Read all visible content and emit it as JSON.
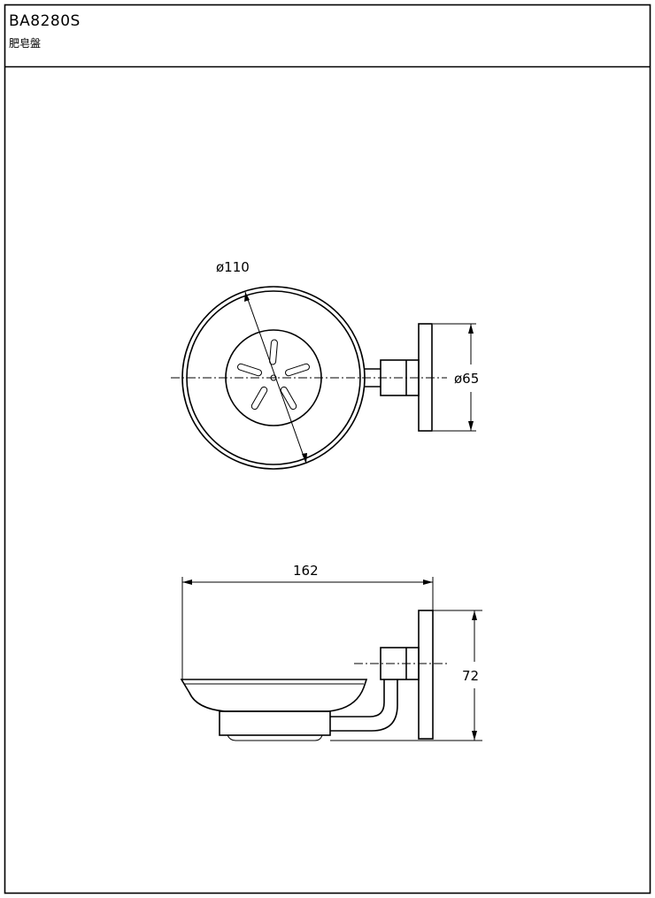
{
  "title_block": {
    "model": "BA8280S",
    "name": "肥皂盤"
  },
  "dimensions": {
    "dish_diameter": "ø110",
    "base_diameter": "ø65",
    "overall_length": "162",
    "overall_height": "72"
  }
}
